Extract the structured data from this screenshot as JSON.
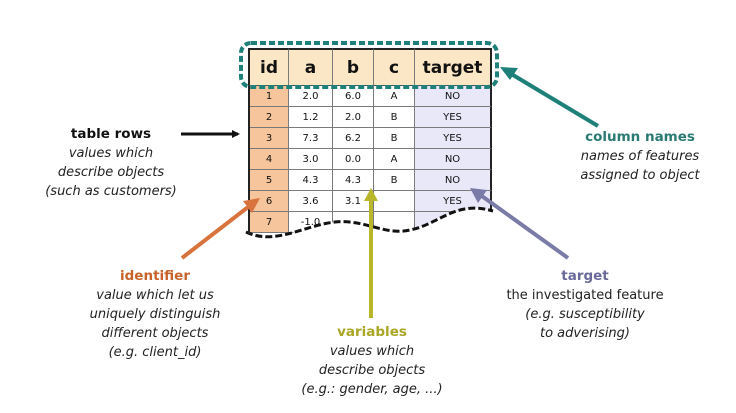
{
  "table": {
    "headers": [
      "id",
      "a",
      "b",
      "c",
      "target"
    ],
    "rows": [
      [
        "1",
        "2.0",
        "6.0",
        "A",
        "NO"
      ],
      [
        "2",
        "1.2",
        "2.0",
        "B",
        "YES"
      ],
      [
        "3",
        "7.3",
        "6.2",
        "B",
        "YES"
      ],
      [
        "4",
        "3.0",
        "0.0",
        "A",
        "NO"
      ],
      [
        "5",
        "4.3",
        "4.3",
        "B",
        "NO"
      ],
      [
        "6",
        "3.6",
        "3.1",
        "",
        "YES"
      ],
      [
        "7",
        "-1.0",
        "",
        "",
        ""
      ]
    ]
  },
  "labels": {
    "table_rows": {
      "title": "table rows",
      "lines": [
        "values which",
        "describe objects",
        "(such as customers)"
      ]
    },
    "column_names": {
      "title": "column names",
      "lines": [
        "names of features",
        "assigned to object"
      ]
    },
    "identifier": {
      "title": "identifier",
      "lines": [
        "value which let us",
        "uniquely distinguish",
        "different objects",
        "(e.g. client_id)"
      ]
    },
    "variables": {
      "title": "variables",
      "lines": [
        "values which",
        "describe objects",
        "(e.g.: gender, age, ...)"
      ]
    },
    "target": {
      "title": "target",
      "lines": [
        "the investigated feature",
        "(e.g. susceptibility",
        "to adverising)"
      ]
    }
  },
  "colors": {
    "header_fill": "#fbe6c5",
    "id_fill": "#f6c59c",
    "target_fill": "#e9e8f8",
    "teal": "#1f7f79",
    "orange": "#d9733e",
    "olive": "#b8b62b",
    "purple": "#7b7ba8"
  }
}
